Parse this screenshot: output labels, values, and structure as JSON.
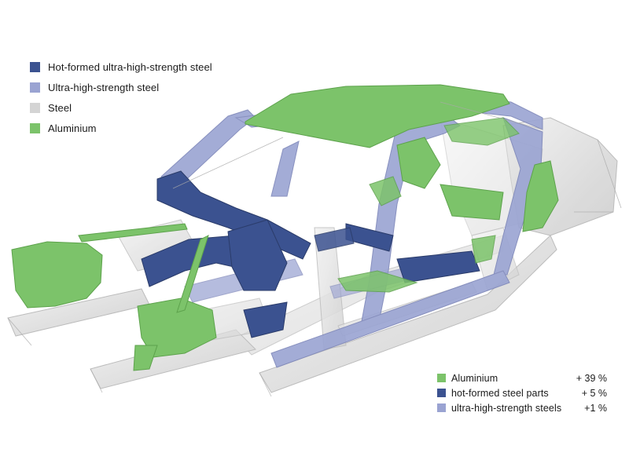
{
  "colors": {
    "hot_formed": "#3b5290",
    "ultra_high": "#9aa3d2",
    "steel": "#d4d4d4",
    "aluminium": "#7cc36a"
  },
  "legend": [
    {
      "label": "Hot-formed ultra-high-strength steel",
      "color": "#3b5290"
    },
    {
      "label": "Ultra-high-strength steel",
      "color": "#9aa3d2"
    },
    {
      "label": "Steel",
      "color": "#d4d4d4"
    },
    {
      "label": "Aluminium",
      "color": "#7cc36a"
    }
  ],
  "changes": [
    {
      "label": "Aluminium",
      "value": "+ 39 %",
      "color": "#7cc36a"
    },
    {
      "label": "hot-formed steel parts",
      "value": "+ 5 %",
      "color": "#3b5290"
    },
    {
      "label": "ultra-high-strength steels",
      "value": "+1 %",
      "color": "#9aa3d2"
    }
  ]
}
